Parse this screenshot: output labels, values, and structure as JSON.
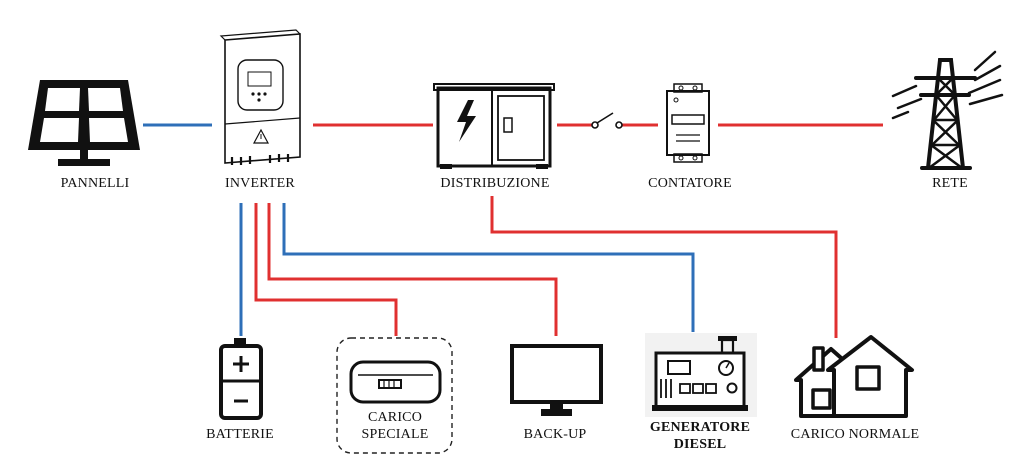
{
  "diagram": {
    "colors": {
      "ac_line": "#e03030",
      "dc_line": "#2e6fb8",
      "stroke": "#111111",
      "background": "#ffffff"
    },
    "labels": {
      "panels": "PANNELLI",
      "inverter": "INVERTER",
      "distribution": "DISTRIBUZIONE",
      "meter": "CONTATORE",
      "grid": "RETE",
      "batteries": "BATTERIE",
      "special_load_1": "CARICO",
      "special_load_2": "SPECIALE",
      "backup": "BACK-UP",
      "generator_1": "GENERATORE",
      "generator_2": "DIESEL",
      "normal_load": "CARICO NORMALE"
    },
    "icons": {
      "panels": "solar-panel-icon",
      "inverter": "inverter-icon",
      "distribution": "distribution-cabinet-icon",
      "switch": "switch-icon",
      "meter": "energy-meter-icon",
      "grid": "power-tower-icon",
      "batteries": "battery-icon",
      "special_load": "air-conditioner-icon",
      "backup": "monitor-icon",
      "generator": "diesel-generator-icon",
      "normal_load": "houses-icon"
    }
  }
}
